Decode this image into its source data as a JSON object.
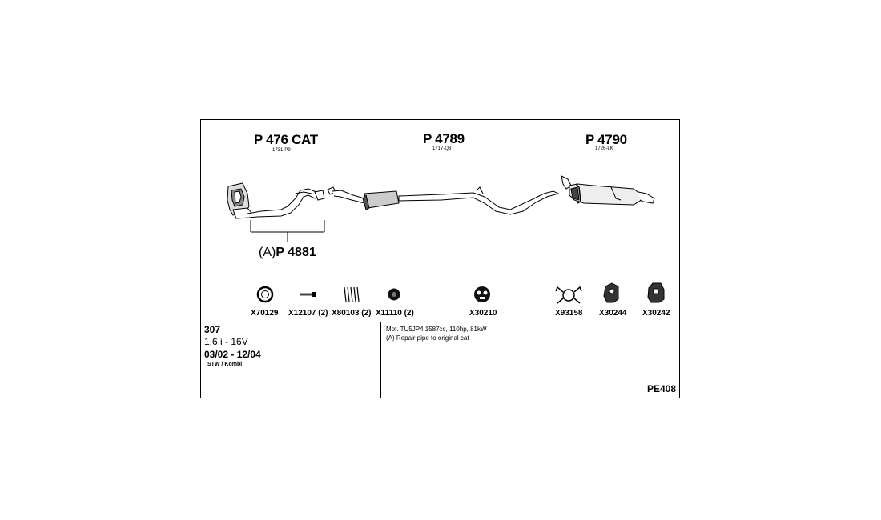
{
  "parts": {
    "cat": {
      "title": "P 476 CAT",
      "code": "1731-P9"
    },
    "middle": {
      "title": "P 4789",
      "code": "1717-Q3"
    },
    "rear": {
      "title": "P 4790",
      "code": "1726-LK"
    },
    "repair": {
      "prefix": "(A)",
      "title": "P 4881"
    }
  },
  "accessories": [
    {
      "id": "X70129",
      "icon": "gasket-ring-icon"
    },
    {
      "id": "X12107 (2)",
      "icon": "bolt-icon"
    },
    {
      "id": "X80103 (2)",
      "icon": "spring-icon"
    },
    {
      "id": "X11110 (2)",
      "icon": "rubber-bush-icon"
    },
    {
      "id": "X30210",
      "icon": "rubber-hanger-icon"
    },
    {
      "id": "X93158",
      "icon": "clamp-icon"
    },
    {
      "id": "X30244",
      "icon": "mounting-bracket-icon"
    },
    {
      "id": "X30242",
      "icon": "mounting-bracket-icon"
    }
  ],
  "vehicle": {
    "model": "307",
    "engine": "1.6 i - 16V",
    "years": "03/02 - 12/04",
    "body": "STW / Kombi"
  },
  "notes": [
    "Mot. TU5JP4 1587cc, 110hp, 81kW",
    "(A) Repair pipe to original cat"
  ],
  "drawing_code": "PE408"
}
